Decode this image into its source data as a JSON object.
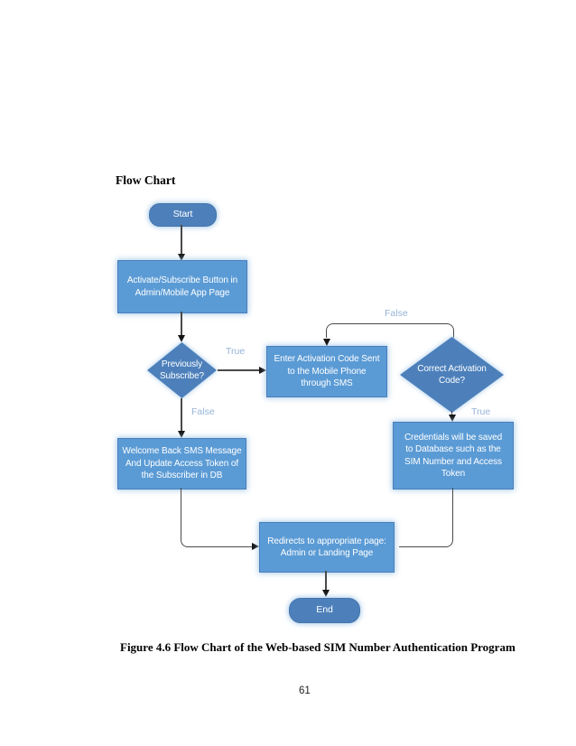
{
  "document": {
    "heading": "Flow Chart",
    "caption": "Figure 4.6 Flow Chart of the Web-based SIM Number Authentication Program",
    "page_number": "61"
  },
  "flowchart": {
    "nodes": {
      "start": "Start",
      "activate": "Activate/Subscribe Button in\nAdmin/Mobile App Page",
      "previously_subscribe": "Previously\nSubscribe?",
      "enter_code": "Enter Activation Code Sent\nto the Mobile Phone\nthrough SMS",
      "correct_code": "Correct Activation\nCode?",
      "credentials": "Credentials will be saved\nto Database such as the\nSIM Number and Access\nToken",
      "welcome_back": "Welcome Back SMS Message\nAnd Update Access Token of\nthe Subscriber in DB",
      "redirects": "Redirects to appropriate page:\nAdmin or Landing Page",
      "end": "End"
    },
    "branch_labels": {
      "prev_true": "True",
      "prev_false": "False",
      "correct_false": "False",
      "correct_true": "True"
    },
    "colors": {
      "process_fill": "#5b9bd5",
      "process_border": "#4a7ebb",
      "terminal_fill": "#4d80bb",
      "decision_fill": "#4d80bb",
      "shape_text": "#ffffff",
      "branch_label": "#95b3d7",
      "connector": "#4a4a4a",
      "arrowhead": "#151515"
    }
  }
}
